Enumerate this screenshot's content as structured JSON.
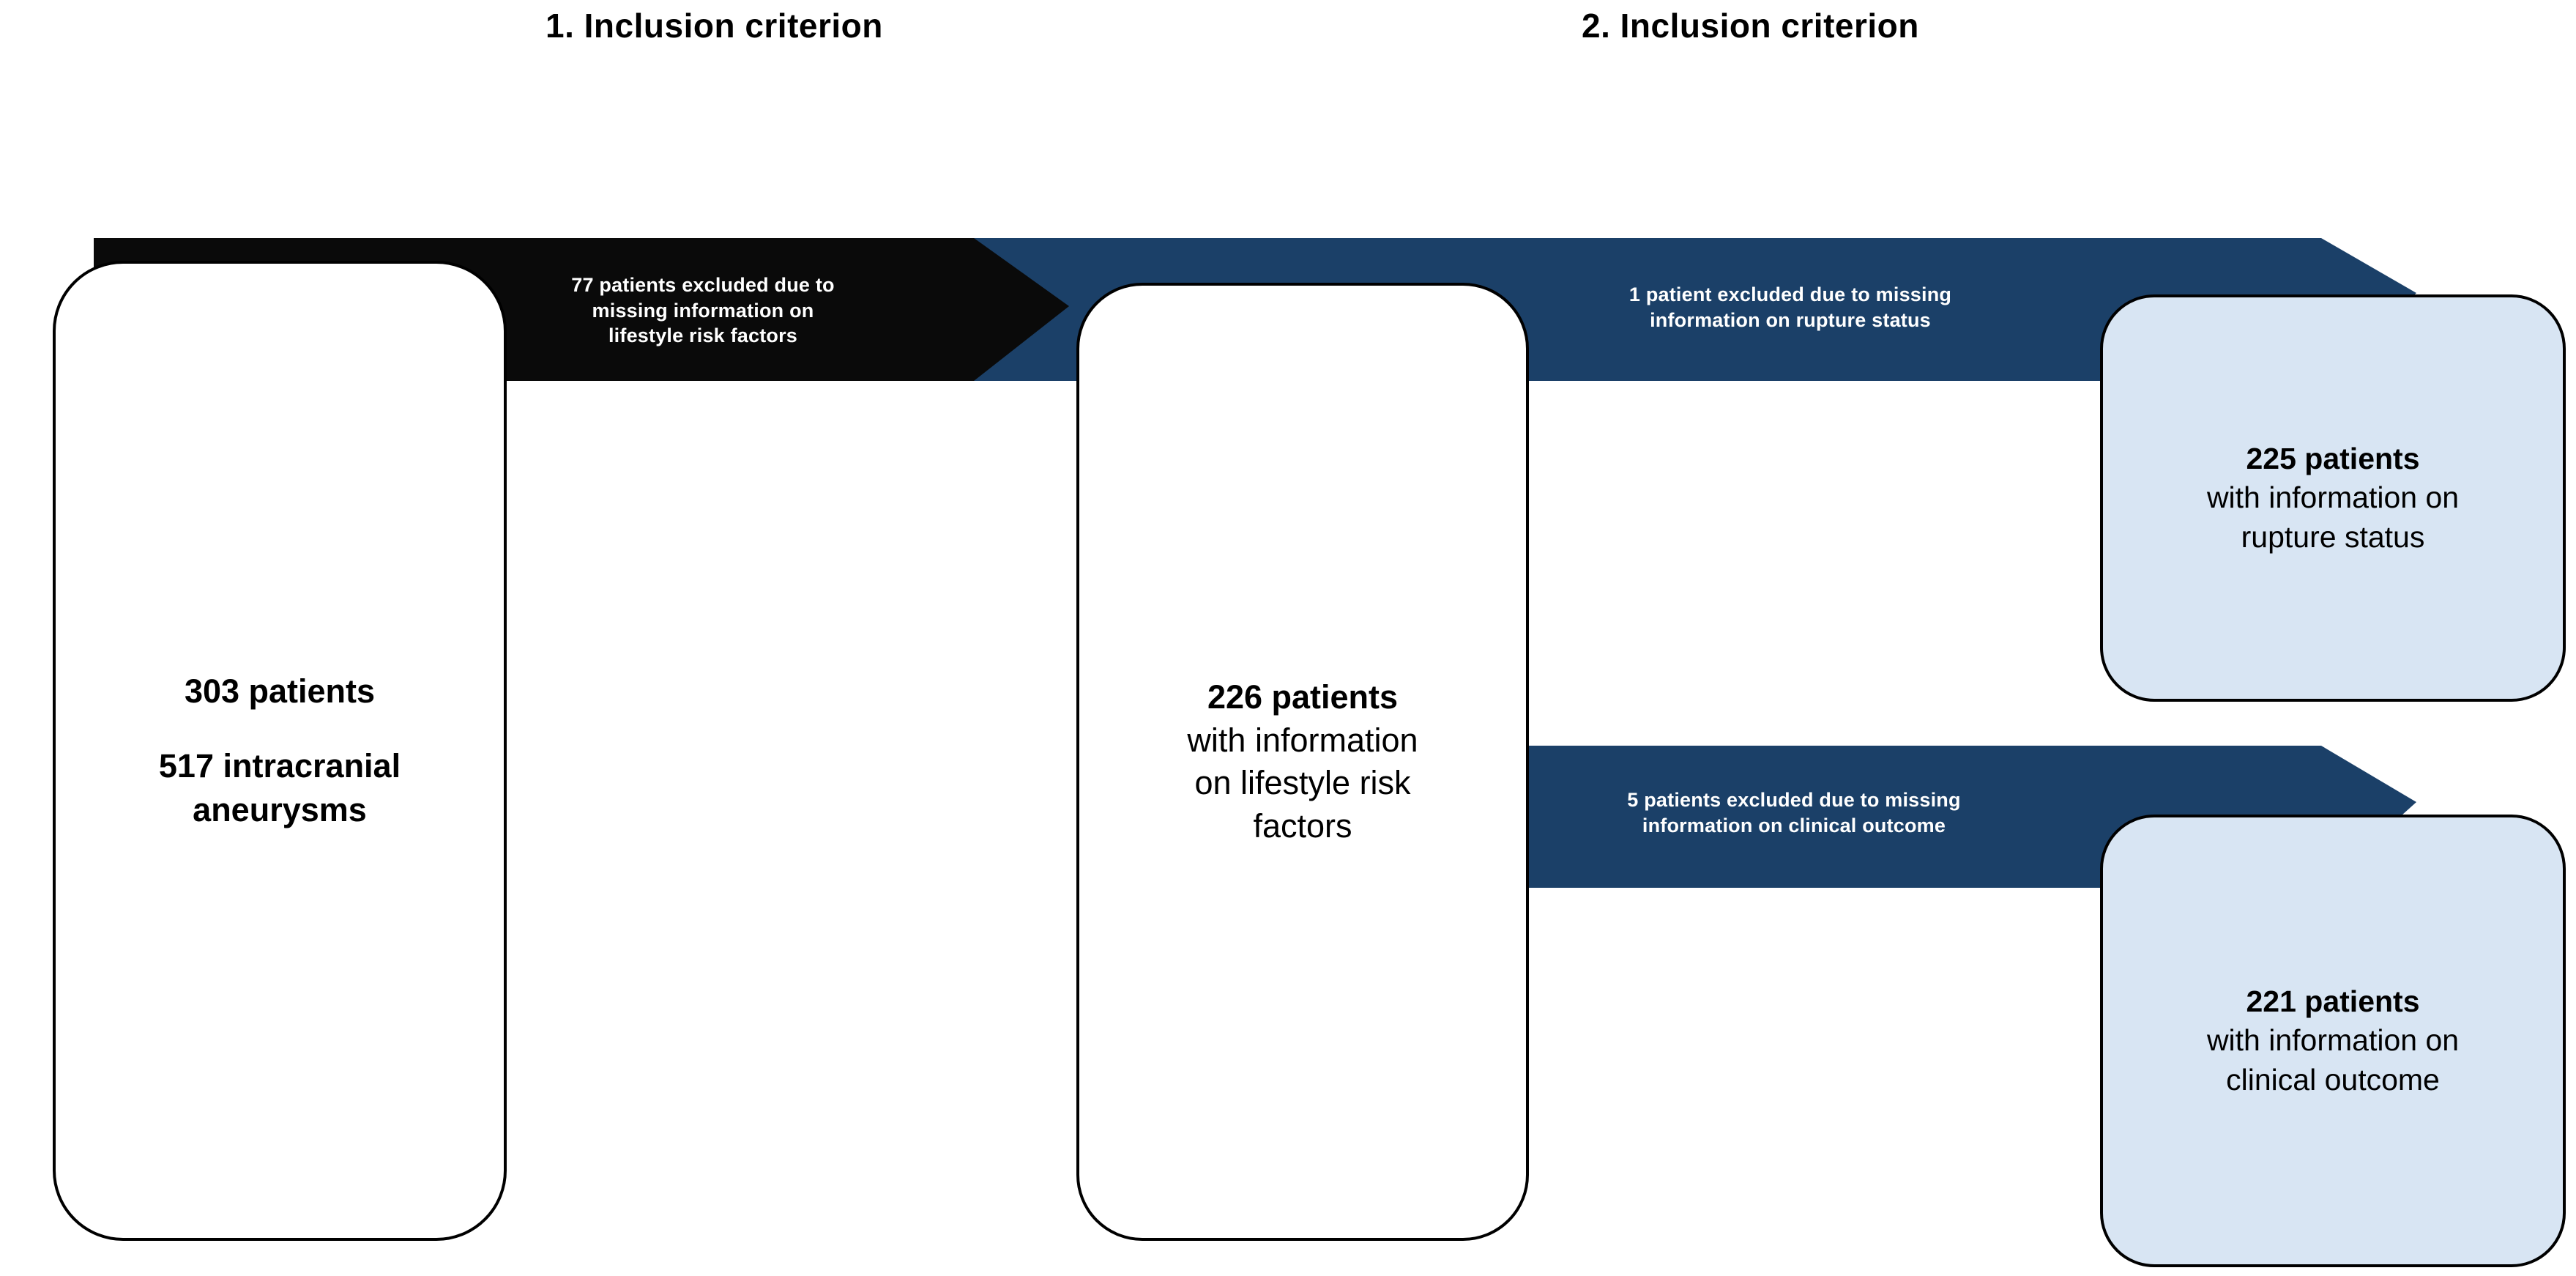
{
  "headers": {
    "criterion_1": "1. Inclusion criterion",
    "criterion_2": "2. Inclusion criterion"
  },
  "colors": {
    "ribbon_dark_blue": "#1B4068",
    "ribbon_black": "#0A0A0A",
    "node_light_blue": "#D8E5F3",
    "node_white": "#FFFFFF",
    "outline": "#000000",
    "ribbon_text": "#FFFFFF"
  },
  "nodes": {
    "cohort": {
      "line1": "303 patients",
      "line2": "517 intracranial",
      "line3": "aneurysms"
    },
    "lifestyle": {
      "count": "226 patients",
      "desc_line1": "with information",
      "desc_line2": "on lifestyle risk",
      "desc_line3": "factors"
    },
    "rupture": {
      "count": "225 patients",
      "desc_line1": "with information on",
      "desc_line2": "rupture status"
    },
    "outcome": {
      "count": "221 patients",
      "desc_line1": "with information on",
      "desc_line2": "clinical outcome"
    }
  },
  "exclusions": {
    "lifestyle": "77 patients excluded due to\nmissing information on\nlifestyle risk factors",
    "rupture": "1 patient excluded due to missing\ninformation on rupture status",
    "outcome": "5 patients excluded due to missing\ninformation on clinical outcome"
  },
  "chart_data": {
    "type": "diagram",
    "title": "Patient inclusion flow chart",
    "stages": [
      {
        "id": "baseline",
        "label": "303 patients / 517 intracranial aneurysms",
        "patients": 303,
        "aneurysms": 517
      },
      {
        "id": "lifestyle",
        "label": "226 patients with information on lifestyle risk factors",
        "patients": 226,
        "excluded": 77,
        "exclusion_reason": "missing information on lifestyle risk factors",
        "criterion": "1. Inclusion criterion"
      },
      {
        "id": "rupture",
        "label": "225 patients with information on rupture status",
        "patients": 225,
        "excluded": 1,
        "exclusion_reason": "missing information on rupture status",
        "criterion": "2. Inclusion criterion"
      },
      {
        "id": "outcome",
        "label": "221 patients with information on clinical outcome",
        "patients": 221,
        "excluded": 5,
        "exclusion_reason": "missing information on clinical outcome",
        "criterion": "2. Inclusion criterion"
      }
    ]
  }
}
